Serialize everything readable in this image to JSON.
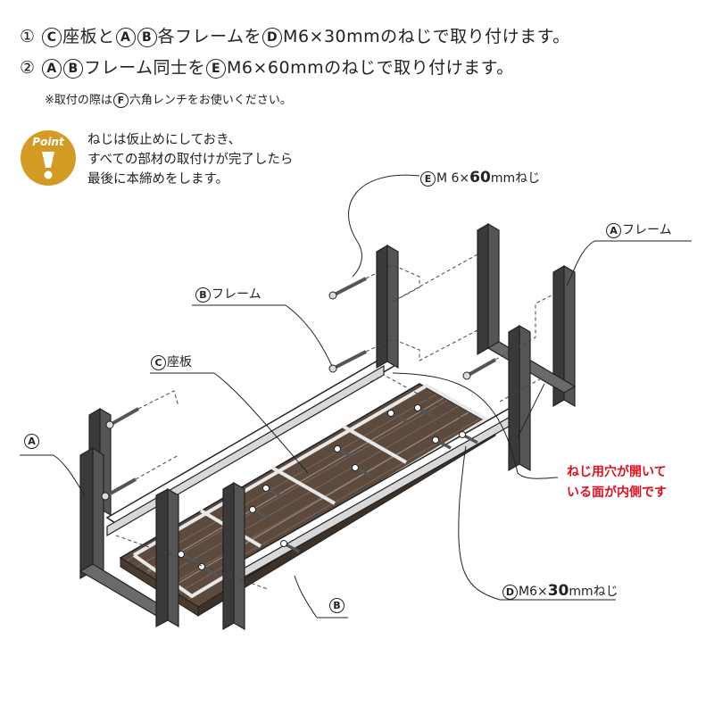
{
  "instructions": {
    "step1": {
      "num": "①",
      "c": "C",
      "t1": "座板と",
      "a": "A",
      "b": "B",
      "t2": "各フレームを",
      "d": "D",
      "t3": "M6×30mmのねじで取り付けます。"
    },
    "step2": {
      "num": "②",
      "a": "A",
      "b": "B",
      "t1": "フレーム同士を",
      "e": "E",
      "t2": "M6×60mmのねじで取り付けます。"
    },
    "note": {
      "t1": "※取付の際は",
      "f": "F",
      "t2": "六角レンチをお使いください。"
    }
  },
  "point": {
    "badge": "Point",
    "lines": [
      "ねじは仮止めにしておき、",
      "すべての部材の取付けが完了したら",
      "最後に本締めをします。"
    ]
  },
  "labels": {
    "screw_e": {
      "letter": "E",
      "prefix": "M 6×",
      "size": "60",
      "suffix": "mmねじ"
    },
    "frame_a_right": {
      "letter": "A",
      "text": "フレーム"
    },
    "frame_b_top": {
      "letter": "B",
      "text": "フレーム"
    },
    "seat_c": {
      "letter": "C",
      "text": "座板"
    },
    "frame_a_left": {
      "letter": "A"
    },
    "hole_note": [
      "ねじ用穴が開いて",
      "いる面が内側です"
    ],
    "screw_d": {
      "letter": "D",
      "prefix": "M6×",
      "size": "30",
      "suffix": "mmねじ"
    },
    "frame_b_bottom": {
      "letter": "B"
    }
  },
  "colors": {
    "frame": "#3a3a3a",
    "seat_wood": "#5c4a3e",
    "badge": "#d39b24",
    "note_red": "#e0101e"
  }
}
